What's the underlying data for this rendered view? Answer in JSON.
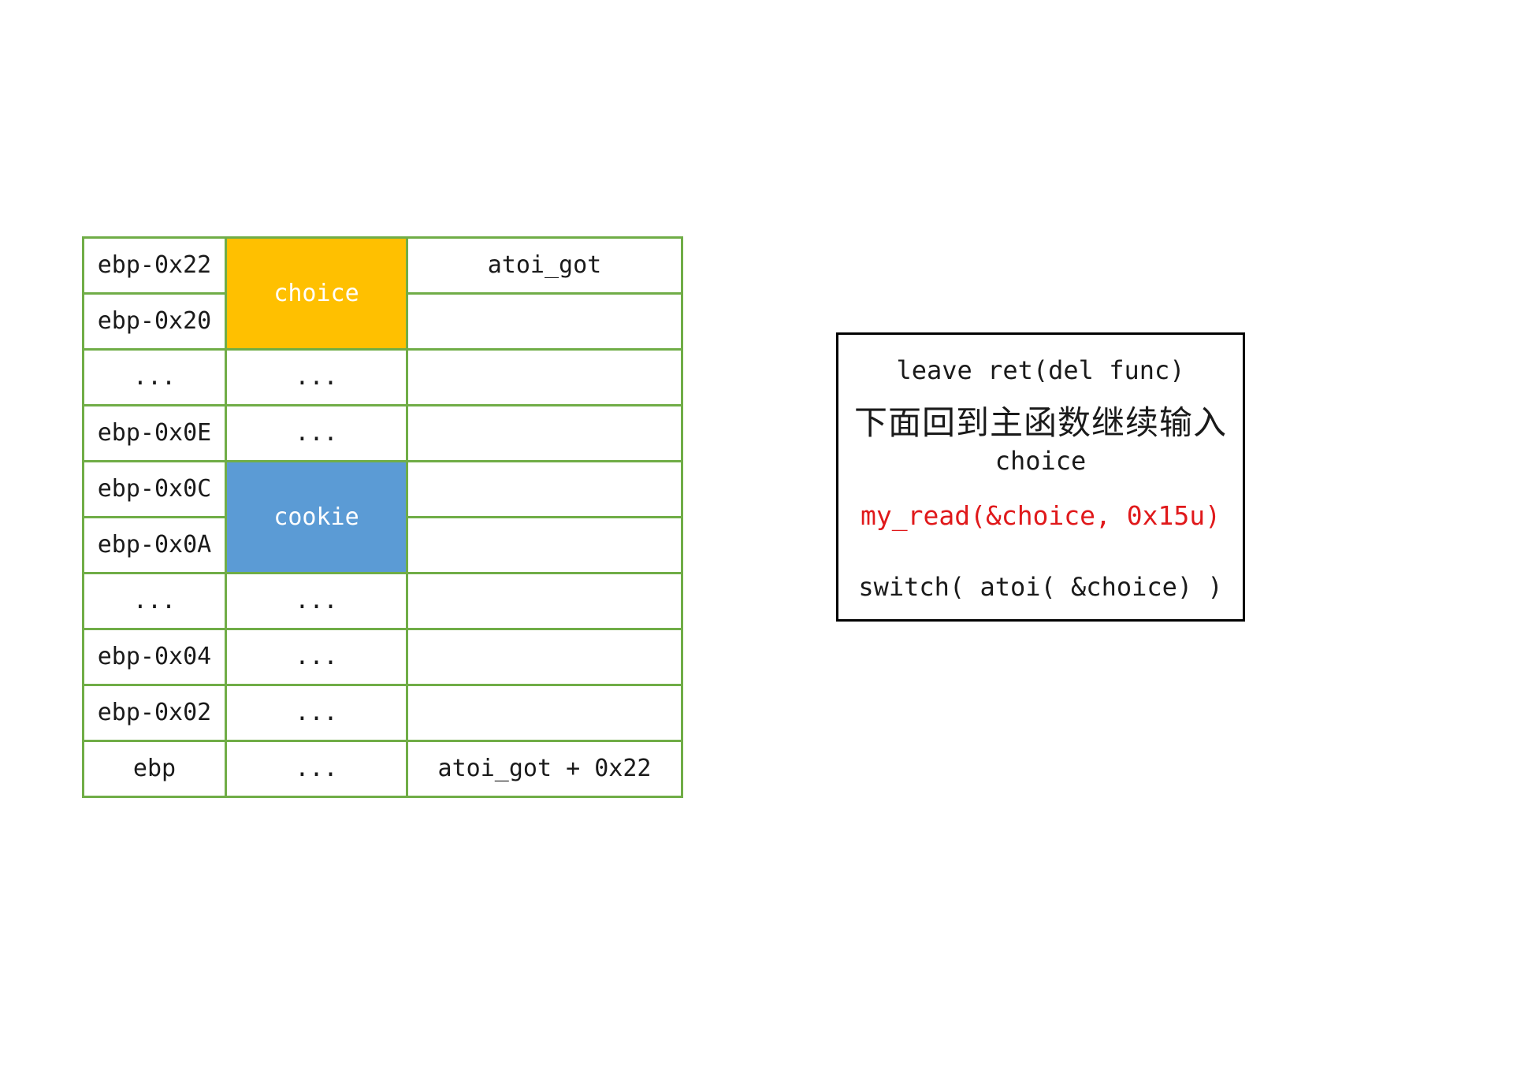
{
  "palette": {
    "border_green": "#70AD47",
    "choice_fill": "#FFC000",
    "cookie_fill": "#5B9BD5",
    "highlight_red": "#E0191B",
    "box_border": "#000000"
  },
  "stack_table": {
    "choice_label": "choice",
    "cookie_label": "cookie",
    "atoi_box_label": "atoi_got",
    "atoi_offset_box_label": "atoi_got + 0x22",
    "rows": [
      {
        "addr": "ebp-0x22",
        "value": ""
      },
      {
        "addr": "ebp-0x20",
        "value": ""
      },
      {
        "addr": "...",
        "value": "..."
      },
      {
        "addr": "ebp-0x0E",
        "value": "..."
      },
      {
        "addr": "ebp-0x0C",
        "value": ""
      },
      {
        "addr": "ebp-0x0A",
        "value": ""
      },
      {
        "addr": "...",
        "value": "..."
      },
      {
        "addr": "ebp-0x04",
        "value": "..."
      },
      {
        "addr": "ebp-0x02",
        "value": "..."
      },
      {
        "addr": "ebp",
        "value": "..."
      }
    ]
  },
  "note_box": {
    "leave_ret": "leave ret(del func)",
    "return_note_cn": "下面回到主函数继续输入",
    "return_note_choice": "choice",
    "my_read_call": "my_read(&choice, 0x15u)",
    "switch_call": "switch( atoi( &choice) )"
  }
}
